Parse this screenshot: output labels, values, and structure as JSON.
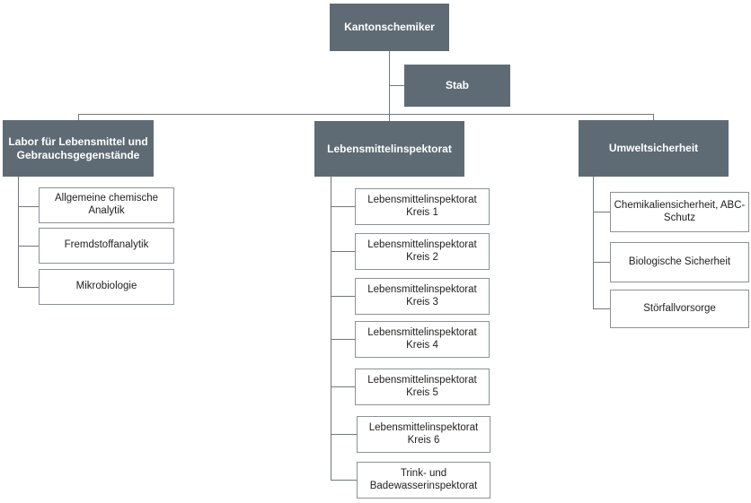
{
  "colors": {
    "header_fill": "#5f6b74",
    "header_text": "#ffffff",
    "box_border": "#8a9299",
    "connector": "#6f7880"
  },
  "root": {
    "label": "Kantonschemiker"
  },
  "staff": {
    "label": "Stab"
  },
  "departments": [
    {
      "label": "Labor für Lebensmittel und Gebrauchsgegenstände",
      "units": [
        "Allgemeine chemische Analytik",
        "Fremdstoffanalytik",
        "Mikrobiologie"
      ]
    },
    {
      "label": "Lebensmittelinspektorat",
      "units": [
        "Lebensmittelinspektorat Kreis 1",
        "Lebensmittelinspektorat Kreis 2",
        "Lebensmittelinspektorat Kreis 3",
        "Lebensmittelinspektorat Kreis 4",
        "Lebensmittelinspektorat Kreis 5",
        "Lebensmittelinspektorat Kreis 6",
        "Trink- und Badewasserinspektorat"
      ]
    },
    {
      "label": "Umweltsicherheit",
      "units": [
        "Chemikaliensicherheit, ABC-Schutz",
        "Biologische Sicherheit",
        "Störfallvorsorge"
      ]
    }
  ]
}
